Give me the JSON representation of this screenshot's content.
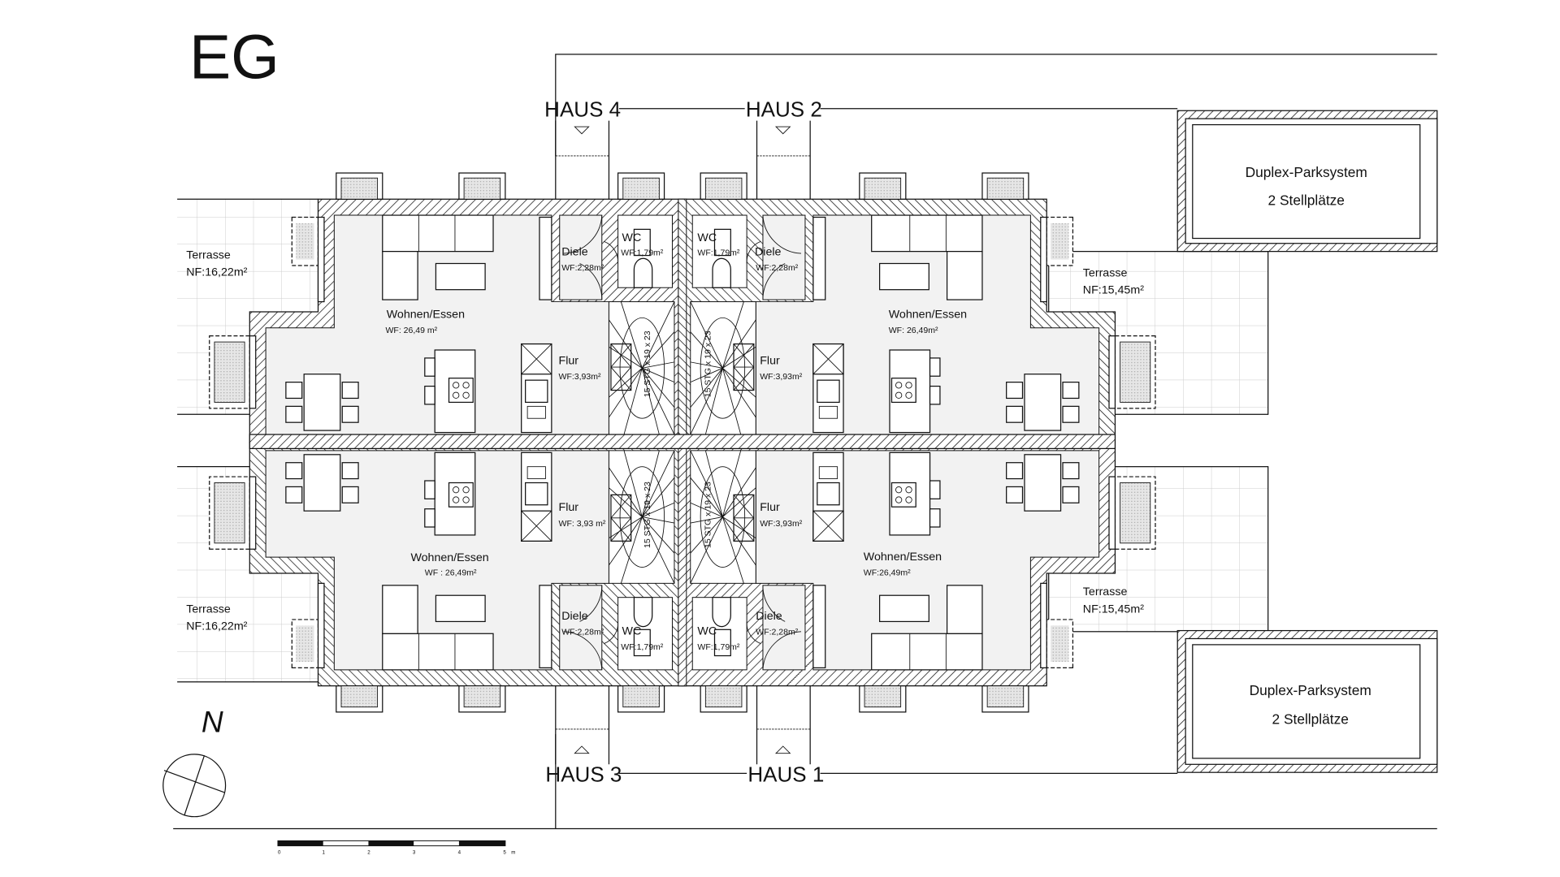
{
  "title": "EG",
  "houses": {
    "haus1": "HAUS 1",
    "haus2": "HAUS 2",
    "haus3": "HAUS 3",
    "haus4": "HAUS 4"
  },
  "parking": {
    "name": "Duplex-Parksystem",
    "spaces": "2 Stellplätze"
  },
  "north": "N",
  "stair_label": "15 STG x 19 x 23",
  "scale_bar": {
    "labels": [
      "0",
      "1",
      "2",
      "3",
      "4",
      "5"
    ],
    "unit": "m"
  },
  "units": {
    "top_left": {
      "terrace": "Terrasse",
      "terrace_area": "NF:16,22m²",
      "living": "Wohnen/Essen",
      "living_area": "WF: 26,49 m²",
      "flur": "Flur",
      "flur_area": "WF:3,93m²",
      "diele": "Diele",
      "diele_area": "WF:2,28m²",
      "wc": "WC",
      "wc_area": "WF:1,79m²"
    },
    "top_right": {
      "terrace": "Terrasse",
      "terrace_area": "NF:15,45m²",
      "living": "Wohnen/Essen",
      "living_area": "WF: 26,49m²",
      "flur": "Flur",
      "flur_area": "WF:3,93m²",
      "diele": "Diele",
      "diele_area": "WF:2,28m²",
      "wc": "WC",
      "wc_area": "WF:1,79m²"
    },
    "bottom_left": {
      "terrace": "Terrasse",
      "terrace_area": "NF:16,22m²",
      "living": "Wohnen/Essen",
      "living_area": "WF : 26,49m²",
      "flur": "Flur",
      "flur_area": "WF: 3,93 m²",
      "diele": "Diele",
      "diele_area": "WF:2,28m²",
      "wc": "WC",
      "wc_area": "WF:1,79m²"
    },
    "bottom_right": {
      "terrace": "Terrasse",
      "terrace_area": "NF:15,45m²",
      "living": "Wohnen/Essen",
      "living_area": "WF:26,49m²",
      "flur": "Flur",
      "flur_area": "WF:3,93m²",
      "diele": "Diele",
      "diele_area": "WF:2,28m²",
      "wc": "WC",
      "wc_area": "WF:1,79m²"
    }
  }
}
